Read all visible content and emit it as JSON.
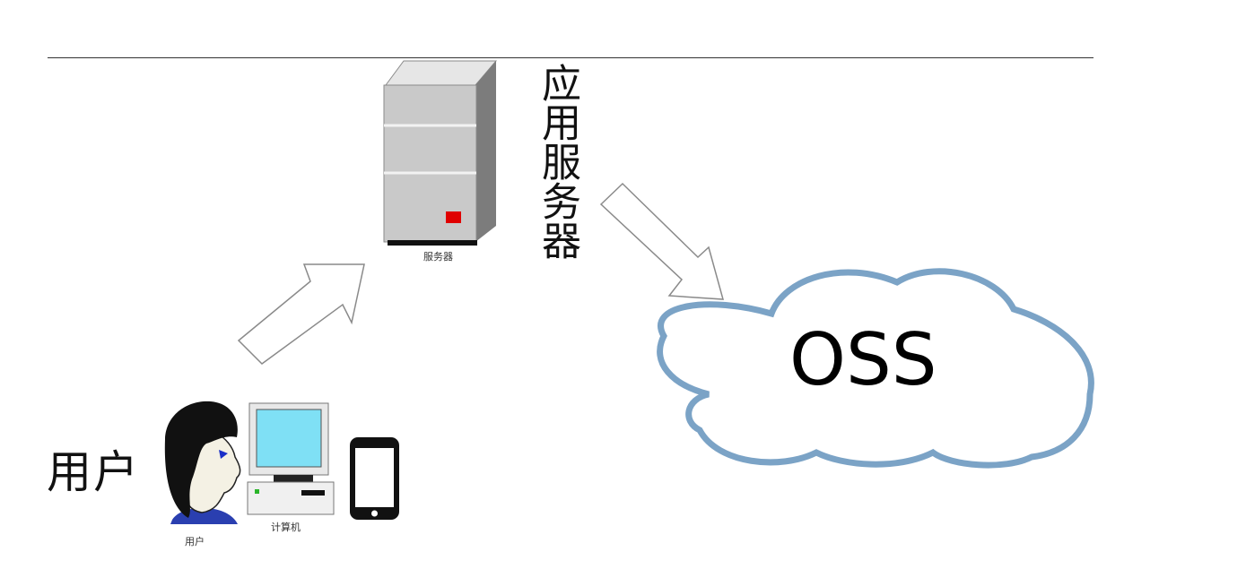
{
  "labels": {
    "app_server": "应用服务器",
    "user": "用户",
    "oss": "OSS"
  },
  "captions": {
    "server": "服务器",
    "person": "用户",
    "computer": "计算机"
  },
  "colors": {
    "cloud_stroke": "#7ba3c6",
    "server_body": "#c8c8c8",
    "server_led": "#e00000",
    "monitor_screen": "#7fe0f5",
    "arrow_fill": "#ffffff",
    "arrow_stroke": "#888888"
  },
  "icons": [
    "server-icon",
    "person-icon",
    "computer-icon",
    "phone-icon",
    "cloud-icon",
    "arrow-icon"
  ]
}
